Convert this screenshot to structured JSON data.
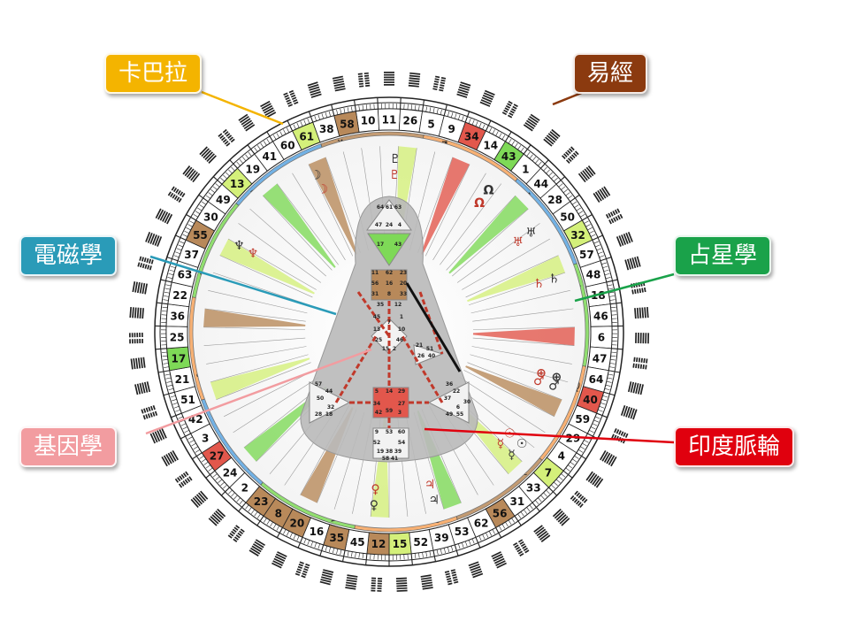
{
  "ring_numbers": [
    "10",
    "11",
    "26",
    "5",
    "9",
    "34",
    "14",
    "43",
    "1",
    "44",
    "28",
    "50",
    "32",
    "57",
    "48",
    "18",
    "46",
    "6",
    "47",
    "64",
    "40",
    "59",
    "29",
    "4",
    "7",
    "33",
    "31",
    "56",
    "62",
    "53",
    "39",
    "52",
    "15",
    "12",
    "45",
    "35",
    "16",
    "20",
    "8",
    "23",
    "2",
    "24",
    "27",
    "3",
    "42",
    "51",
    "21",
    "17",
    "25",
    "36",
    "22",
    "63",
    "37",
    "55",
    "30",
    "49",
    "13",
    "19",
    "41",
    "60",
    "61",
    "38",
    "58"
  ],
  "zodiac_glyphs": [
    "♑",
    "♐",
    "♏",
    "♎",
    "♍",
    "♌",
    "♋",
    "♊",
    "♉",
    "♈",
    "♓",
    "♒"
  ],
  "planet_glyphs": [
    "♇",
    "☽",
    "♆",
    "♅",
    "Ω",
    "♄",
    "♂",
    "☉",
    "♀",
    "♃",
    "☿",
    "⊕"
  ],
  "bodygraph_numbers": [
    "64",
    "61",
    "63",
    "47",
    "24",
    "4",
    "17",
    "43",
    "11",
    "62",
    "23",
    "56",
    "16",
    "20",
    "31",
    "8",
    "33",
    "35",
    "12",
    "45",
    "7",
    "1",
    "13",
    "10",
    "25",
    "46",
    "15",
    "2",
    "21",
    "51",
    "26",
    "40",
    "57",
    "44",
    "50",
    "32",
    "28",
    "18",
    "36",
    "22",
    "37",
    "6",
    "49",
    "55",
    "30",
    "5",
    "14",
    "29",
    "34",
    "27",
    "59",
    "42",
    "3",
    "9",
    "53",
    "60",
    "52",
    "54",
    "19",
    "38",
    "39",
    "58",
    "41"
  ],
  "callouts": {
    "kabbalah": {
      "label": "卡巴拉",
      "color": "#f4b400"
    },
    "iching": {
      "label": "易經",
      "color": "#8b3a0f"
    },
    "electromagnetism": {
      "label": "電磁學",
      "color": "#2a9bb8"
    },
    "astrology": {
      "label": "占星學",
      "color": "#1aa24a"
    },
    "genetics": {
      "label": "基因學",
      "color": "#f29ca0"
    },
    "chakra": {
      "label": "印度脈輪",
      "color": "#e0000e"
    }
  },
  "colors": {
    "brown": "#b8895a",
    "green": "#7ed957",
    "lime": "#d4f07a",
    "red": "#e2574c",
    "orange": "#f7a35c",
    "blue": "#5ba4e0",
    "bodygraph": "#b9b9b9"
  }
}
